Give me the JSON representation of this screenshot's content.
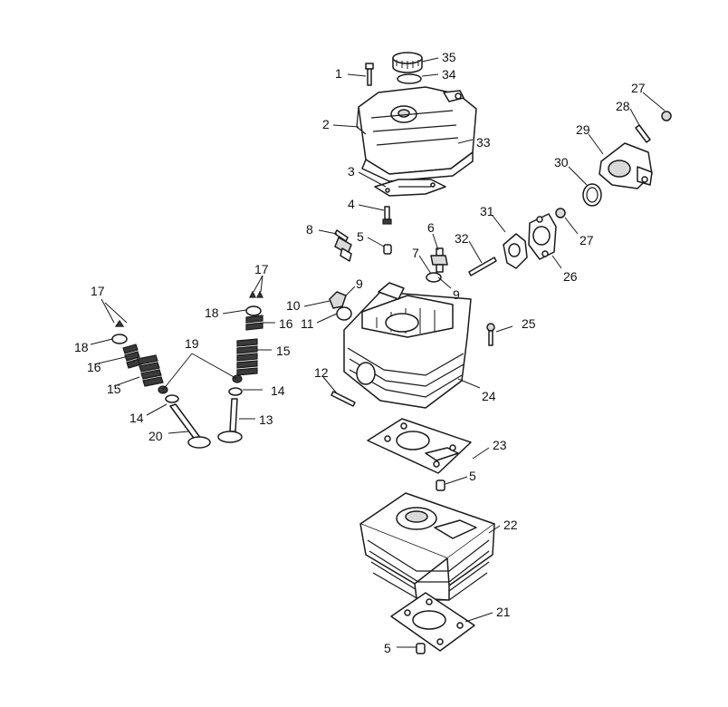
{
  "callouts": {
    "c1": "1",
    "c2": "2",
    "c3": "3",
    "c4": "4",
    "c5a": "5",
    "c5b": "5",
    "c5c": "5",
    "c7": "7",
    "c6": "6",
    "c8": "8",
    "c9a": "9",
    "c9b": "9",
    "c10": "10",
    "c11": "11",
    "c12": "12",
    "c13": "13",
    "c14a": "14",
    "c14b": "14",
    "c15a": "15",
    "c15b": "15",
    "c16a": "16",
    "c16b": "16",
    "c17a": "17",
    "c17b": "17",
    "c18a": "18",
    "c18b": "18",
    "c19": "19",
    "c20": "20",
    "c21": "21",
    "c22": "22",
    "c23": "23",
    "c24": "24",
    "c25": "25",
    "c26": "26",
    "c27a": "27",
    "c27b": "27",
    "c28": "28",
    "c29": "29",
    "c30": "30",
    "c31": "31",
    "c32": "32",
    "c33": "33",
    "c34": "34",
    "c35": "35"
  }
}
